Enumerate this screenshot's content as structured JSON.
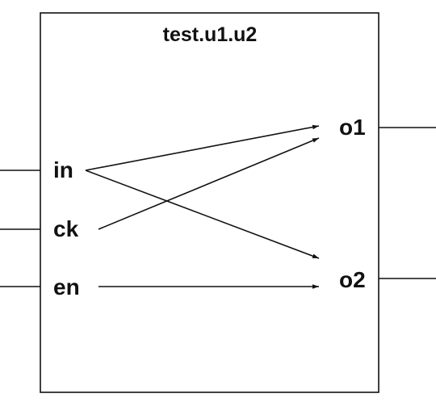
{
  "module": {
    "title": "test.u1.u2"
  },
  "ports": {
    "inputs": [
      {
        "id": "in",
        "label": "in"
      },
      {
        "id": "ck",
        "label": "ck"
      },
      {
        "id": "en",
        "label": "en"
      }
    ],
    "outputs": [
      {
        "id": "o1",
        "label": "o1"
      },
      {
        "id": "o2",
        "label": "o2"
      }
    ]
  },
  "paths": [
    {
      "from": "in",
      "to": "o1"
    },
    {
      "from": "in",
      "to": "o2"
    },
    {
      "from": "ck",
      "to": "o1"
    },
    {
      "from": "en",
      "to": "o2"
    }
  ],
  "colors": {
    "stroke": "#111111",
    "background": "#ffffff"
  }
}
